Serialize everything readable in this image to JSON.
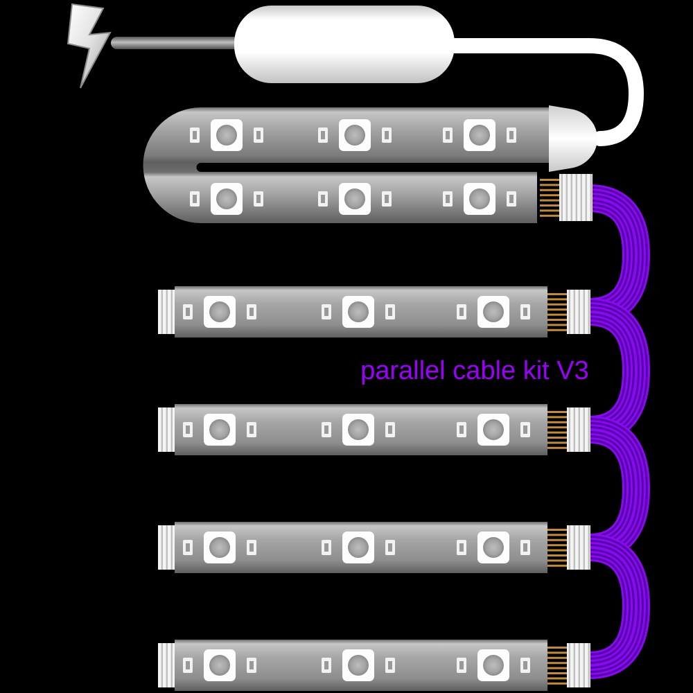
{
  "label": {
    "text": "parallel cable kit V3"
  },
  "colors": {
    "background": "#000000",
    "label_purple": "#9a00fa",
    "cable_bright": "#8a0af0",
    "cable_dark": "#5500aa",
    "pin_gold": "#c28a40",
    "strip_gray": "#9e9e9e",
    "adapter_white": "#ffffff"
  },
  "scene": {
    "strip_count": 5,
    "parallel_cables": 4,
    "led_modules_per_row": 3
  }
}
